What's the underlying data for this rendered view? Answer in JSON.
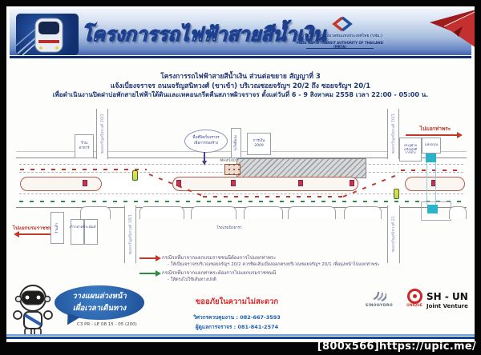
{
  "banner": {
    "title": "โครงการรถไฟฟ้าสายสีน้ำเงิน",
    "agency_th": "การรถไฟฟ้าขนส่งมวลชนแห่งประเทศไทย (รฟม.)",
    "agency_en": "MASS RAPID TRANSIT AUTHORITY OF THAILAND (MRTA)"
  },
  "announcement": {
    "line1": "โครงการรถไฟฟ้าสายสีน้ำเงิน ส่วนต่อขยาย สัญญาที่ 3",
    "line2": "แจ้งเบี่ยงจราจร ถนนจรัญสนิทวงศ์  (ขาเข้า)  บริเวณซอยจรัญฯ 20/2 ถึง ซอยจรัญฯ 20/1",
    "line3": "เพื่อดำเนินงานปิดฝาบ่อพักสายไฟฟ้าใต้ดินและเทคอนกรีตคืนสภาพผิวจราจร ตั้งแต่วันที่ 6 - 9 สิงหาคม 2558 เวลา 22:00 - 05:00 น."
  },
  "map": {
    "callout_line1": "พื้นที่ปิดกั้นจราจร",
    "callout_line2": "เพื่อการก่อสร้าง",
    "manhole": "MH#100",
    "dir_thaphra": "ไปแยกท่าพระ",
    "dir_borom": "ไปแยกบรมราชชนนี",
    "soi_202": "ซอยจรัญสนิทวงศ์ 20/2",
    "soi_201": "ซอยจรัญสนิทวงศ์ 20/1",
    "soi_181": "ซอยจรัญสนิทวงศ์ 18/1",
    "soi_21": "ซอยจรัญสนิทวงศ์ 21",
    "bld_restaurant_1": "ร้าน",
    "bld_restaurant_2": "อาหาร",
    "bld_pothong": "รุ่งโพธิ์ทอง",
    "bld_2009_1": "การเงิน",
    "bld_2009_2": "2009",
    "bld_right_1": "ประตูม้วน",
    "bld_right_2": "เจริญสุขดี",
    "bld_right_3": "การช่าง",
    "bld_sang": "แสงอรุณ",
    "bld_shop": "ร้านค้า",
    "bld_kao": "เก้ากลาสพีระนันท์",
    "bld_hotel": "โรงแรมนิวธารา"
  },
  "legend": {
    "item1_title": "กรณีรถที่มาจากแยกบรมราชชนนีต้องการไปแยกท่าพระ",
    "item1_detail": "- ให้เบี่ยงจราจรบริเวณซอยจรัญฯ 20/2 ควรชิดเส้นเบี่ยงออกตรงบริเวณซอยจรัญฯ 20/1 เพื่อมุ่งหน้าไปแยกท่าพระ",
    "item2_title": "กรณีรถที่มาจากแยกท่าพระต้องการไปแยกบรมราชชนนี",
    "item2_detail": "- ให้ตรงไปใช้เส้นทางปกติ"
  },
  "footer": {
    "bubble_line1": "วางแผนล่วงหน้า",
    "bubble_line2": "เผื่อเวลาเดินทาง",
    "doc_code": "C3 PR - LE 08 15 - 05 (200)",
    "apology": "ขออภัยในความไม่สะดวก",
    "contact1": "วิศวกรควบคุมงาน : 082-667-3593",
    "contact2": "ผู้ดูแลการจราจร : 081-841-2574",
    "logo1": "SINOHYDRO",
    "logo2": "UNIQUE",
    "jv_name": "SH - UN",
    "jv_sub": "Joint Venture"
  },
  "watermark": "[800x566]https://upic.me/",
  "colors": {
    "accent_red": "#c0392b",
    "accent_green": "#2e8b45",
    "navy": "#1e3572",
    "cyan": "#2ab3c9",
    "median_red": "#b25a4a"
  }
}
